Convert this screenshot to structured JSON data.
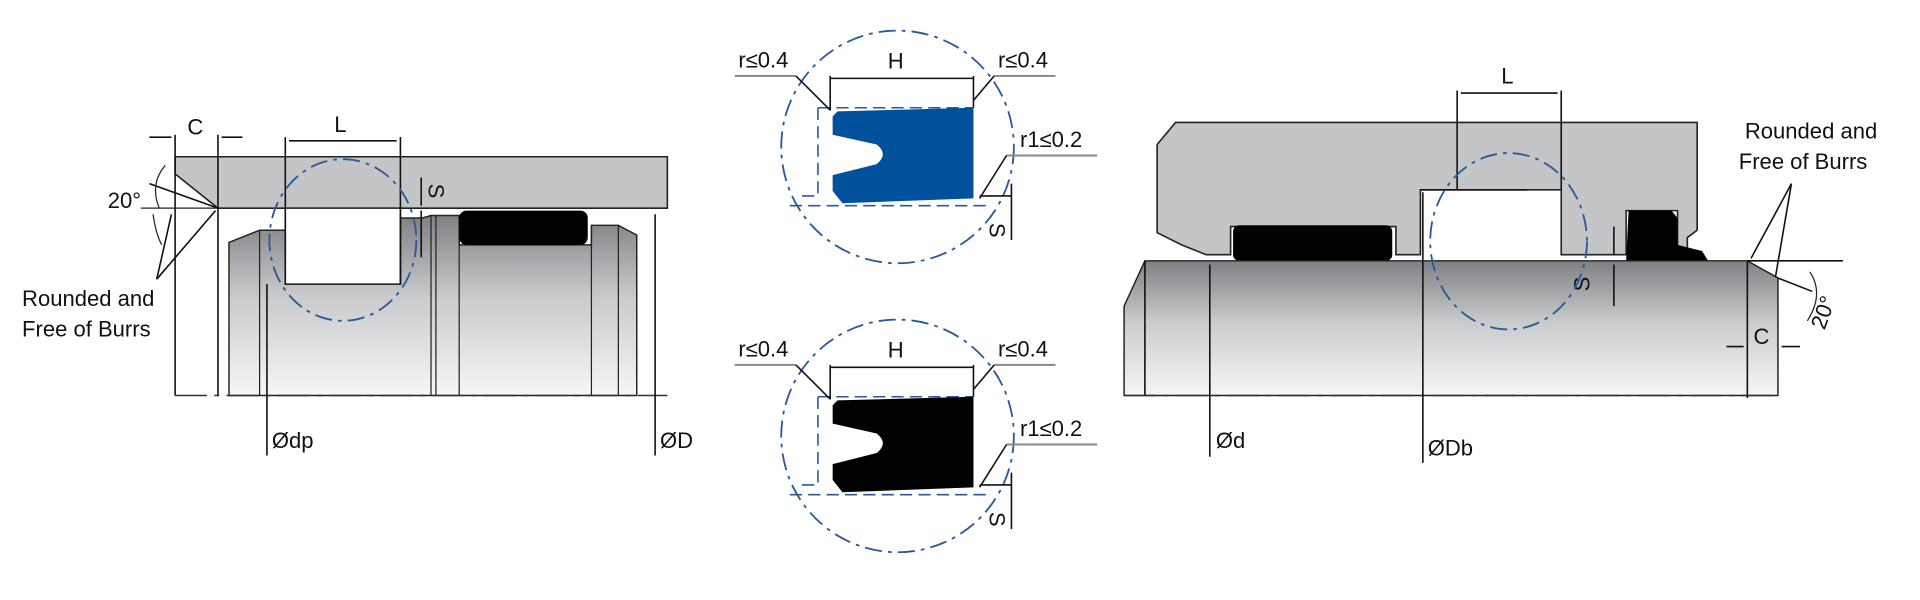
{
  "colors": {
    "seal_blue": "#00519c",
    "seal_black": "#000000",
    "housing_gray": "#c4c5c7",
    "detail_circle": "#2a5a9a"
  },
  "piston_diagram": {
    "chamfer_length": "C",
    "groove_length": "L",
    "radial_clearance": "S",
    "chamfer_angle": "20°",
    "note_line1": "Rounded and",
    "note_line2": "Free of Burrs",
    "groove_diameter": "Ødp",
    "bore_diameter": "ØD"
  },
  "detail_blue": {
    "radius_left": "r≤0.4",
    "height": "H",
    "radius_right": "r≤0.4",
    "radius_r1": "r1≤0.2",
    "clearance": "S"
  },
  "detail_black": {
    "radius_left": "r≤0.4",
    "height": "H",
    "radius_right": "r≤0.4",
    "radius_r1": "r1≤0.2",
    "clearance": "S"
  },
  "rod_diagram": {
    "groove_length": "L",
    "note_line1": "Rounded and",
    "note_line2": "Free of Burrs",
    "radial_clearance": "S",
    "chamfer_angle": "20°",
    "chamfer_length": "C",
    "rod_diameter": "Ød",
    "groove_diameter": "ØDb"
  }
}
